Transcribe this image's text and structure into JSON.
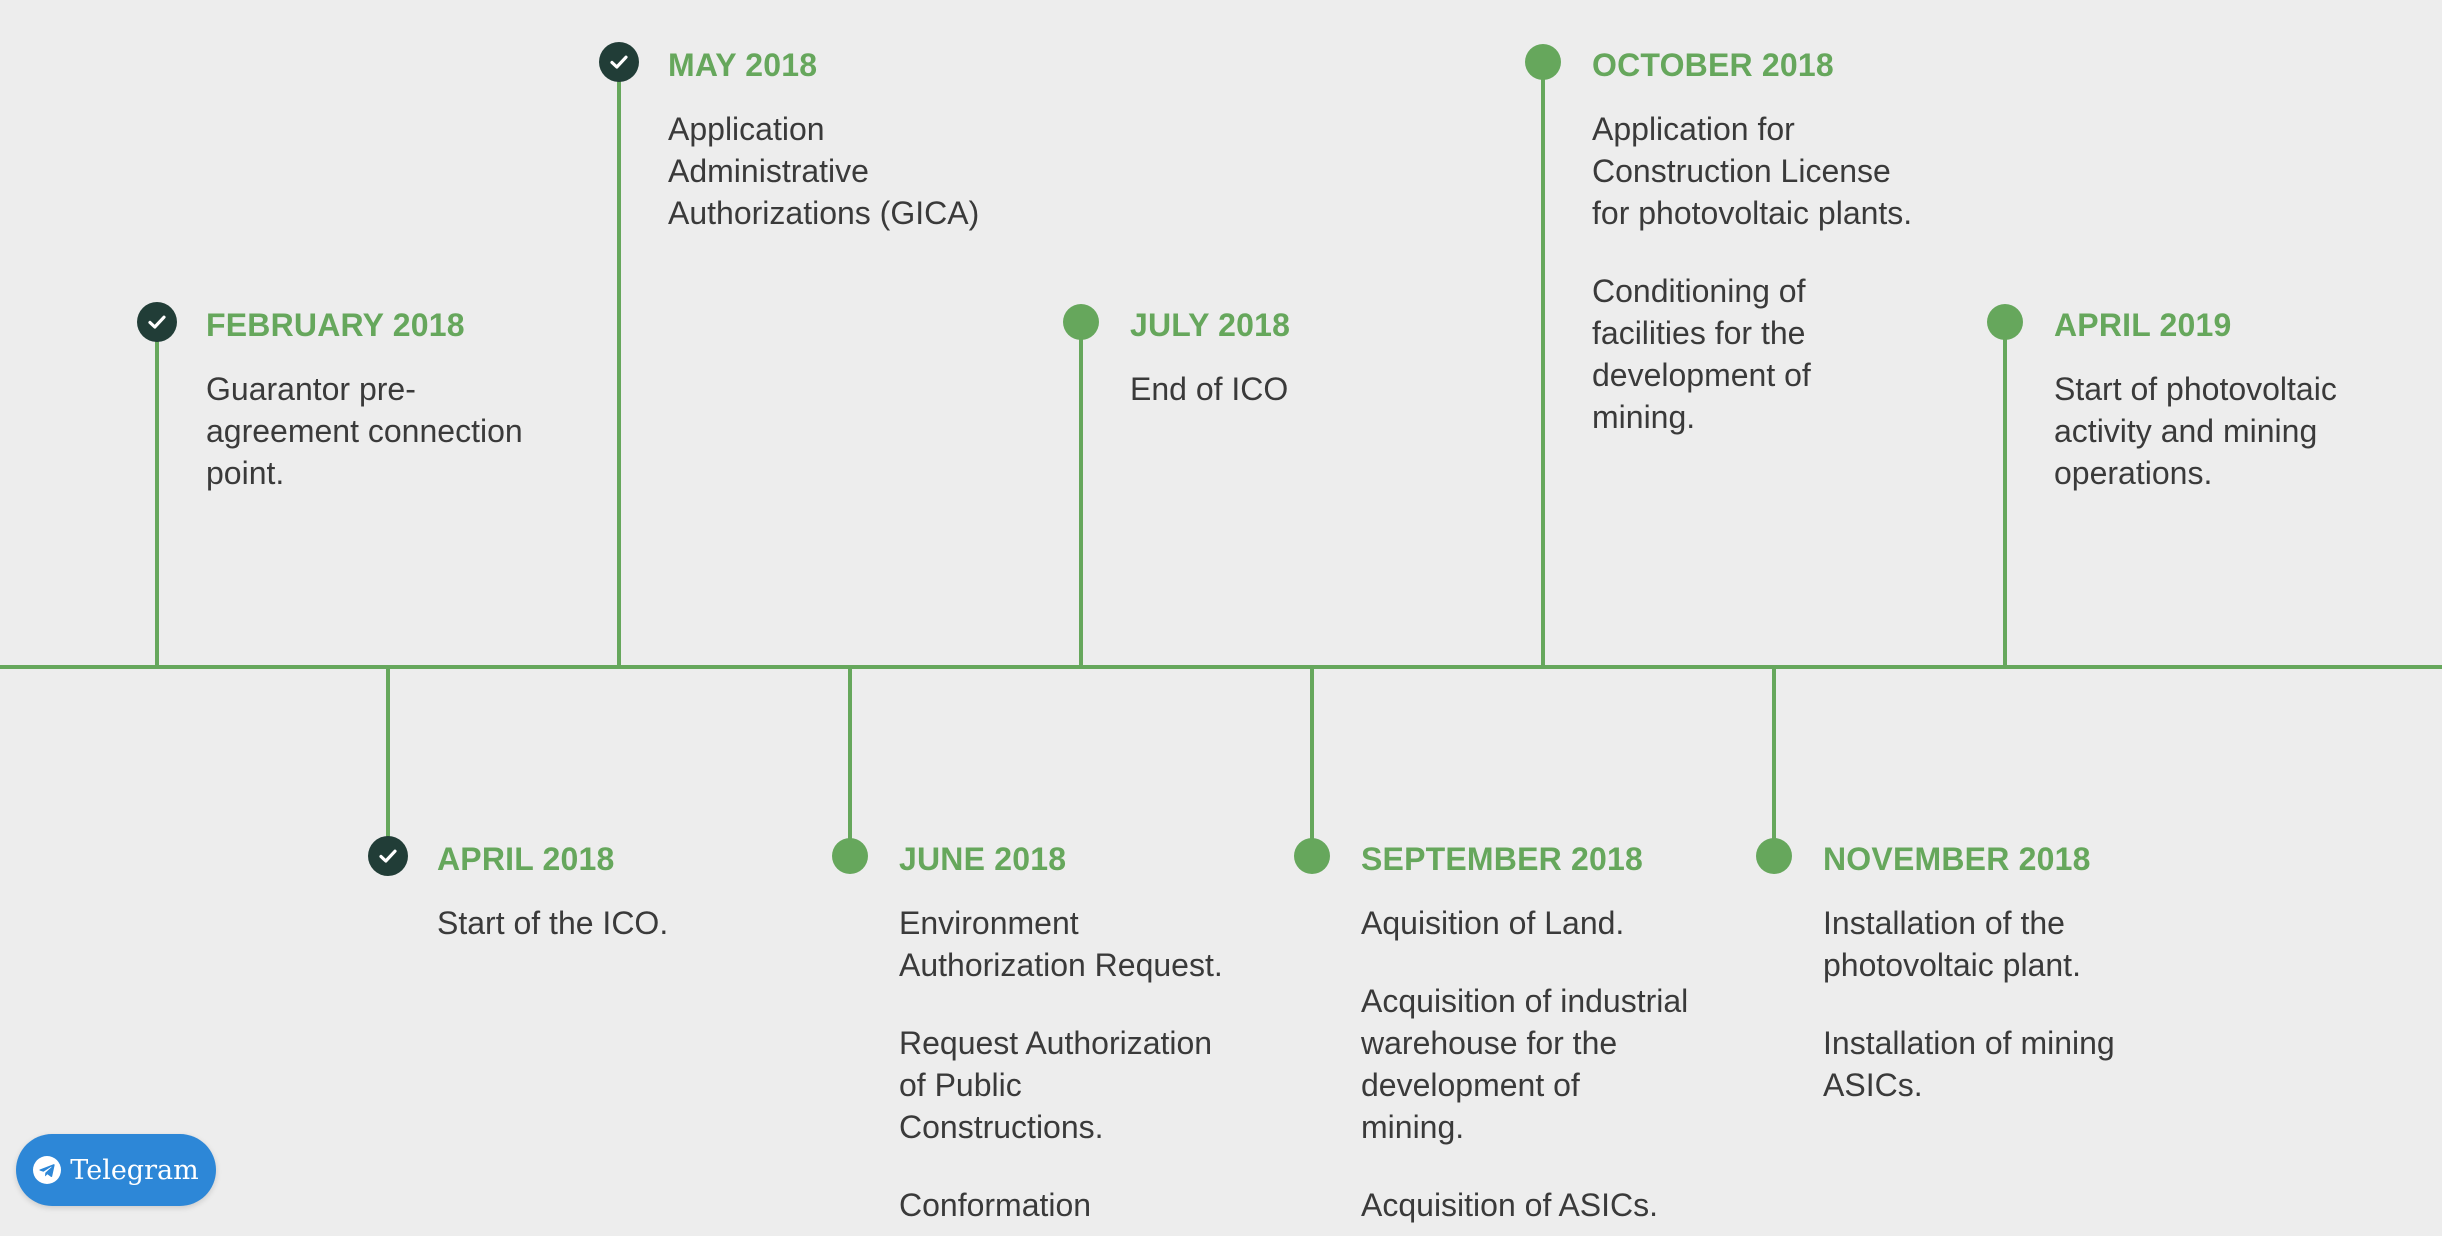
{
  "colors": {
    "background": "#ededed",
    "accent_green": "#66a75c",
    "completed_marker": "#213d37",
    "text": "#3a3a3a",
    "telegram_blue": "#2d87d7"
  },
  "milestones": [
    {
      "date": "FEBRUARY 2018",
      "side": "above",
      "status": "completed",
      "notes": [
        "Guarantor pre-agreement connection point."
      ]
    },
    {
      "date": "APRIL 2018",
      "side": "below",
      "status": "completed",
      "notes": [
        "Start of the ICO."
      ]
    },
    {
      "date": "MAY 2018",
      "side": "above",
      "status": "completed",
      "notes": [
        "Application Administrative Authorizations (GICA)"
      ]
    },
    {
      "date": "JUNE 2018",
      "side": "below",
      "status": "pending",
      "notes": [
        "Environment Authorization Request.",
        "Request Authorization of Public Constructions.",
        "Conformation"
      ]
    },
    {
      "date": "JULY 2018",
      "side": "above",
      "status": "pending",
      "notes": [
        "End of ICO"
      ]
    },
    {
      "date": "SEPTEMBER 2018",
      "side": "below",
      "status": "pending",
      "notes": [
        "Aquisition of Land.",
        "Acquisition of industrial warehouse for the development of mining.",
        "Acquisition of ASICs."
      ]
    },
    {
      "date": "OCTOBER 2018",
      "side": "above",
      "status": "pending",
      "notes": [
        "Application for Construction License for photovoltaic plants.",
        "Conditioning of facilities for the development of mining."
      ]
    },
    {
      "date": "NOVEMBER 2018",
      "side": "below",
      "status": "pending",
      "notes": [
        "Installation of the photovoltaic plant.",
        "Installation of mining ASICs."
      ]
    },
    {
      "date": "APRIL 2019",
      "side": "above",
      "status": "pending",
      "notes": [
        "Start of photovoltaic activity and mining operations."
      ]
    }
  ],
  "telegram": {
    "label": "Telegram",
    "icon": "telegram-plane-icon"
  }
}
